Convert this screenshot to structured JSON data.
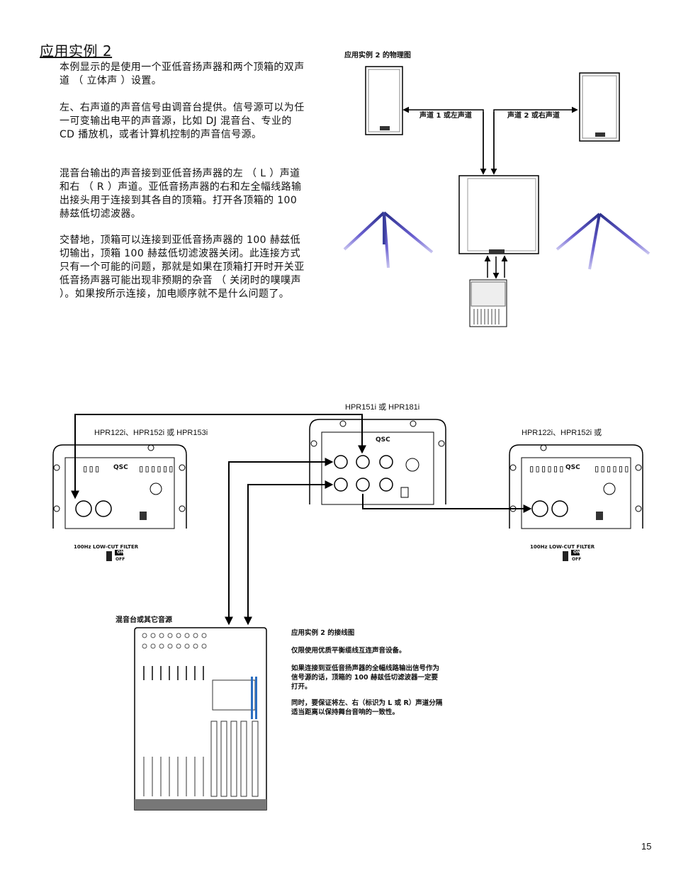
{
  "section": {
    "title": "应用实例 2",
    "paragraphs": [
      "本例显示的是使用一个亚低音扬声器和两个顶箱的双声道 （ 立体声 ）设置。",
      "左、右声道的声音信号由调音台提供。信号源可以为任一可变输出电平的声音源，比如 DJ 混音台、专业的 CD 播放机，或者计算机控制的声音信号源。",
      "混音台输出的声音接到亚低音扬声器的左 （ L ）声道和右 （ R ）声道。亚低音扬声器的右和左全幅线路输出接头用于连接到其各自的顶箱。打开各顶箱的 100 赫兹低切滤波器。",
      "交替地，顶箱可以连接到亚低音扬声器的 100 赫兹低切输出，顶箱 100 赫兹低切滤波器关闭。此连接方式只有一个可能的问题，那就是如果在顶箱打开时开关亚低音扬声器可能出现非预期的杂音 （ 关闭时的噗噗声 ）。如果按所示连接，加电顺序就不是什么问题了。"
    ]
  },
  "physical_diagram": {
    "caption": "应用实例 2 的物理图",
    "left_channel_label": "声道 1 或左声道",
    "right_channel_label": "声道 2 或右声道"
  },
  "wiring_diagram": {
    "center_label": "HPR151i 或 HPR181i",
    "left_label": "HPR122i、HPR152i 或 HPR153i",
    "right_label": "HPR122i、HPR152i 或",
    "filter_label": "100Hz LOW-CUT FILTER",
    "filter_on": "ON",
    "filter_off": "OFF",
    "brand": "QSC",
    "mixer_label": "混音台或其它音源"
  },
  "notes": {
    "title": "应用实例 2 的接线图",
    "lines": [
      "仅限使用优质平衡缆线互连声音设备。",
      "如果连接到亚低音扬声器的全幅线路输出信号作为信号源的话，顶箱的 100 赫兹低切滤波器一定要打开。",
      "同时，要保证将左、右（标识为 L 或 R）声道分隔适当距离以保持舞台音响的一致性。"
    ]
  },
  "page_number": "15"
}
